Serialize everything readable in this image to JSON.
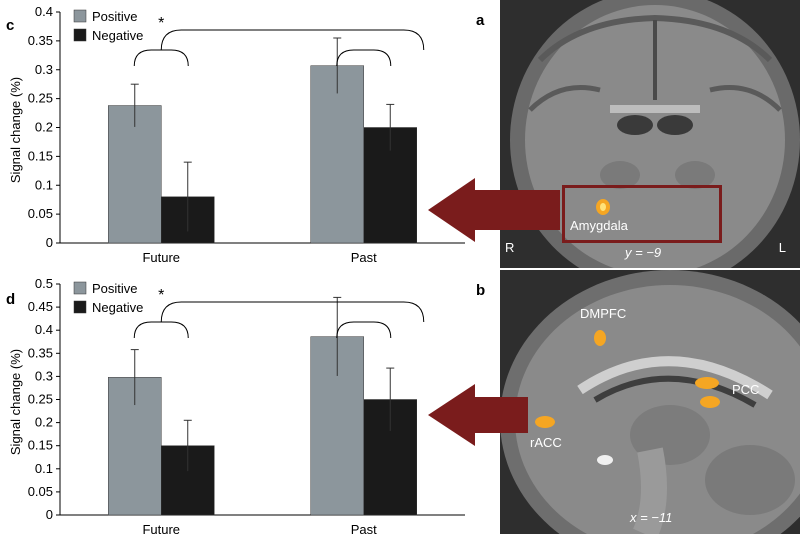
{
  "chart_data": [
    {
      "panel": "c",
      "type": "bar",
      "categories": [
        "Future",
        "Past"
      ],
      "series": [
        {
          "name": "Positive",
          "color": "#8c969c",
          "values": [
            0.238,
            0.307
          ],
          "errors": [
            0.037,
            0.048
          ]
        },
        {
          "name": "Negative",
          "color": "#1a1a1a",
          "values": [
            0.08,
            0.2
          ],
          "errors": [
            0.06,
            0.04
          ]
        }
      ],
      "ylabel": "Signal change (%)",
      "xlabel": "",
      "ylim": [
        0,
        0.4
      ],
      "yticks": [
        "0",
        "0.05",
        "0.1",
        "0.15",
        "0.2",
        "0.25",
        "0.3",
        "0.35",
        "0.4"
      ],
      "significance": "*",
      "legend": "top-left",
      "grid": false
    },
    {
      "panel": "d",
      "type": "bar",
      "categories": [
        "Future",
        "Past"
      ],
      "series": [
        {
          "name": "Positive",
          "color": "#8c969c",
          "values": [
            0.298,
            0.386
          ],
          "errors": [
            0.06,
            0.085
          ]
        },
        {
          "name": "Negative",
          "color": "#1a1a1a",
          "values": [
            0.15,
            0.25
          ],
          "errors": [
            0.055,
            0.068
          ]
        }
      ],
      "ylabel": "Signal change (%)",
      "xlabel": "",
      "ylim": [
        0,
        0.5
      ],
      "yticks": [
        "0",
        "0.05",
        "0.1",
        "0.15",
        "0.2",
        "0.25",
        "0.3",
        "0.35",
        "0.4",
        "0.45",
        "0.5"
      ],
      "significance": "*",
      "legend": "top-left",
      "grid": false
    }
  ],
  "images": {
    "a": {
      "panel": "a",
      "region": "Amygdala",
      "side_right": "R",
      "side_left": "L",
      "coord": "y = −9"
    },
    "b": {
      "panel": "b",
      "regions": [
        "DMPFC",
        "PCC",
        "rACC"
      ],
      "coord": "x = −11"
    }
  },
  "colors": {
    "arrow": "#7a1c1c",
    "highlight_box": "#7a1c1c",
    "activation": "#f5a623"
  }
}
